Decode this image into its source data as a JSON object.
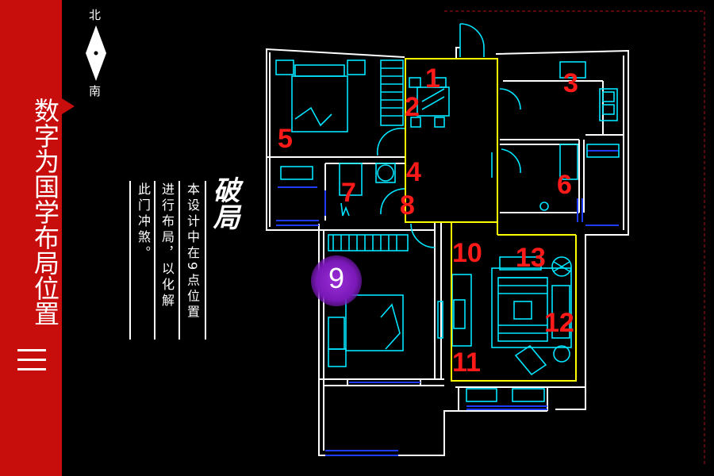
{
  "sidebar": {
    "title": "数字为国学布局位置"
  },
  "compass": {
    "north": "北",
    "south": "南"
  },
  "heading": "破局",
  "description": {
    "col1": "本设计中在9点位置",
    "col2": "进行布局，以化解",
    "col3": "此门冲煞。"
  },
  "plan_labels": [
    "1",
    "2",
    "3",
    "4",
    "5",
    "6",
    "7",
    "8",
    "10",
    "11",
    "12",
    "13"
  ],
  "highlight": {
    "label": "9",
    "color": "#8b22c9"
  },
  "colors": {
    "sidebar": "#c80d0d",
    "walls": "#ffffff",
    "furniture": "#00e5ff",
    "zones": "#ffff00",
    "windows": "#1e3cff",
    "labels": "#ff1a1a"
  }
}
